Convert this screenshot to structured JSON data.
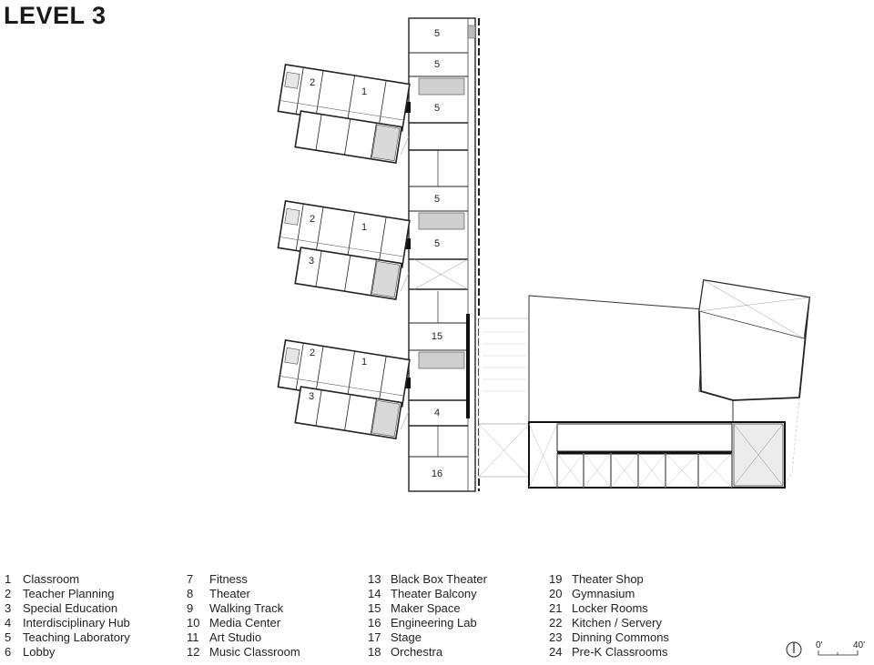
{
  "title": "LEVEL 3",
  "room_labels": {
    "r5a": "5",
    "r5b": "5",
    "r5c": "5",
    "r5d": "5",
    "r5e": "5",
    "r2a": "2",
    "r1a": "1",
    "r2b": "2",
    "r1b": "1",
    "r3b": "3",
    "r2c": "2",
    "r1c": "1",
    "r3c": "3",
    "r15": "15",
    "r4": "4",
    "r16": "16"
  },
  "legend": {
    "col1": [
      {
        "num": "1",
        "label": "Classroom"
      },
      {
        "num": "2",
        "label": "Teacher Planning"
      },
      {
        "num": "3",
        "label": "Special Education"
      },
      {
        "num": "4",
        "label": "Interdisciplinary Hub"
      },
      {
        "num": "5",
        "label": "Teaching Laboratory"
      },
      {
        "num": "6",
        "label": "Lobby"
      }
    ],
    "col2": [
      {
        "num": "7",
        "label": "Fitness"
      },
      {
        "num": "8",
        "label": "Theater"
      },
      {
        "num": "9",
        "label": "Walking Track"
      },
      {
        "num": "10",
        "label": "Media Center"
      },
      {
        "num": "11",
        "label": "Art Studio"
      },
      {
        "num": "12",
        "label": "Music Classroom"
      }
    ],
    "col3": [
      {
        "num": "13",
        "label": "Black Box Theater"
      },
      {
        "num": "14",
        "label": "Theater Balcony"
      },
      {
        "num": "15",
        "label": "Maker Space"
      },
      {
        "num": "16",
        "label": "Engineering Lab"
      },
      {
        "num": "17",
        "label": "Stage"
      },
      {
        "num": "18",
        "label": "Orchestra"
      }
    ],
    "col4": [
      {
        "num": "19",
        "label": "Theater Shop"
      },
      {
        "num": "20",
        "label": "Gymnasium"
      },
      {
        "num": "21",
        "label": "Locker Rooms"
      },
      {
        "num": "22",
        "label": "Kitchen / Servery"
      },
      {
        "num": "23",
        "label": "Dinning Commons"
      },
      {
        "num": "24",
        "label": "Pre-K Classrooms"
      }
    ]
  },
  "scale": {
    "start": "0'",
    "end": "40'"
  },
  "icons": {
    "north": "north-arrow-icon"
  }
}
